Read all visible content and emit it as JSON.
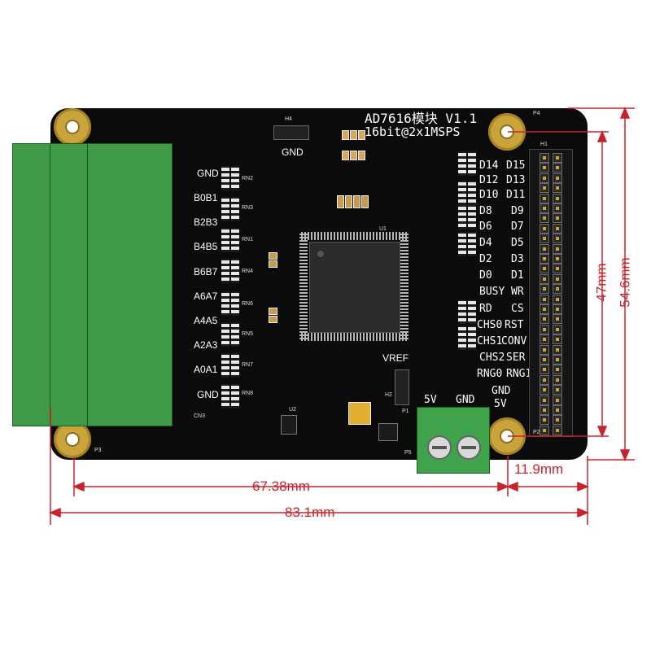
{
  "board": {
    "title": "AD7616模块 V1.1",
    "subtitle": "16bit@2x1MSPS",
    "body_color": "#0b0b0b",
    "hole_color": "#c9a43d",
    "terminal_color": "#3e9a46"
  },
  "left_connector": {
    "labels": [
      "GND",
      "B0B1",
      "B2B3",
      "B4B5",
      "B6B7",
      "A6A7",
      "A4A5",
      "A2A3",
      "A0A1",
      "GND"
    ],
    "rn_labels": [
      "RN2",
      "RN3",
      "RN1",
      "RN4",
      "RN6",
      "RN5",
      "RN7",
      "RN8"
    ],
    "name": "CN3"
  },
  "right_header": {
    "name": "H1",
    "left_labels": [
      "D14",
      "D12",
      "D10",
      "D8",
      "D6",
      "D4",
      "D2",
      "D0",
      "BUSY",
      "RD",
      "CHS0",
      "CHS1",
      "CHS2",
      "RNG0"
    ],
    "right_labels": [
      "D15",
      "D13",
      "D11",
      "D9",
      "D7",
      "D5",
      "D3",
      "D1",
      "WR",
      "CS",
      "RST",
      "CONV",
      "SER",
      "RNG1"
    ],
    "bottom_labels": [
      "GND",
      "5V"
    ]
  },
  "parts": {
    "h4": "H4",
    "h4_label": "GND",
    "u1": "U1",
    "u2": "U2",
    "vref": "VREF",
    "p_labels": [
      "P1",
      "P2",
      "P3",
      "P4",
      "P5"
    ],
    "power_labels": [
      "5V",
      "GND"
    ],
    "h2": "H2"
  },
  "dimensions": {
    "hole_spacing": "67.38mm",
    "total_width": "83.1mm",
    "edge_offset": "11.9mm",
    "inner_height": "47mm",
    "total_height": "54.6mm",
    "line_color": "#c8232c"
  }
}
